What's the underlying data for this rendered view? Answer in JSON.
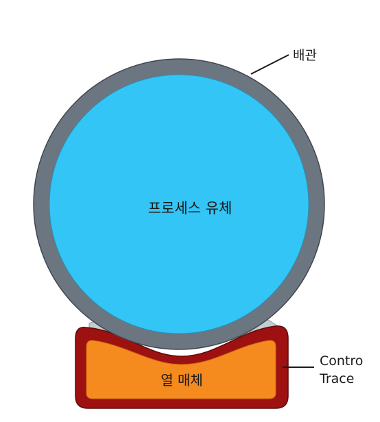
{
  "labels": {
    "pipe": "배관",
    "process_fluid": "프로세스 유체",
    "heat_medium": "열 매체",
    "tracer_line1": "Contro",
    "tracer_line2": "Trace"
  },
  "colors": {
    "pipe_wall": "#6b7680",
    "process_fluid": "#33c5f5",
    "heat_transfer_compound": "#c5cdd3",
    "tracer_shell": "#9d1111",
    "heat_medium": "#f58a1f",
    "leader_line": "#1a1a1a"
  }
}
